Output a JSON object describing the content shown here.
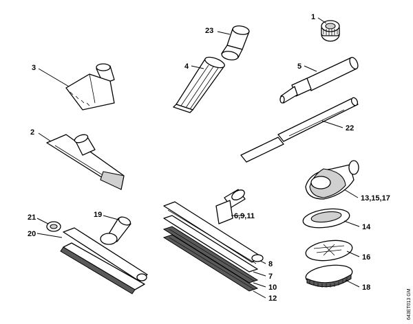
{
  "parts": {
    "p1": "1",
    "p23": "23",
    "p3": "3",
    "p4": "4",
    "p5": "5",
    "p22": "22",
    "p2": "2",
    "p13": "13,15,17",
    "p14": "14",
    "p16": "16",
    "p18": "18",
    "p21": "21",
    "p19": "19",
    "p20": "20",
    "p6": "6,9,11",
    "p8": "8",
    "p7": "7",
    "p10": "10",
    "p12": "12"
  },
  "figure_code": "643ET013 GM"
}
